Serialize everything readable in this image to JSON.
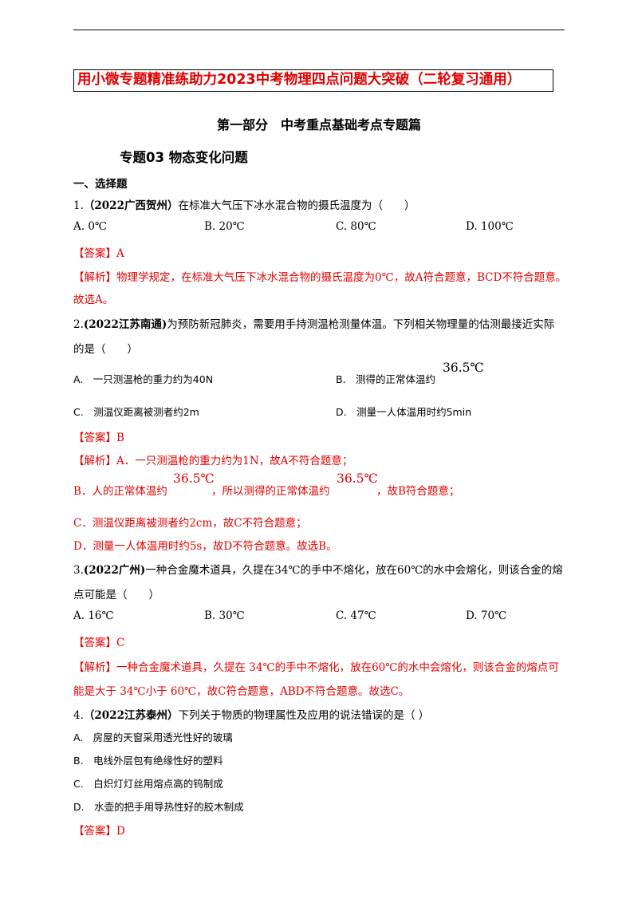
{
  "banner": "用小微专题精准练助力2023中考物理四点问题大突破（二轮复习通用）",
  "part_title": "第一部分　中考重点基础考点专题篇",
  "topic_title": "专题03  物态变化问题",
  "section_title": "一、选择题",
  "q1": {
    "num": "1.",
    "source": "（2022广西贺州）",
    "stem": "在标准大气压下冰水混合物的摄氏温度为（　　）",
    "options": [
      "A. 0℃",
      "B. 20℃",
      "C. 80℃",
      "D. 100℃"
    ],
    "answer": "【答案】A",
    "analysis_tag": "【解析】",
    "analysis_1": "物理学规定，在标准大气压下冰水混合物的摄氏温度为0℃，故A符合题意，BCD不符合题意。",
    "analysis_2": "故选A。"
  },
  "q2": {
    "num": "2.",
    "source": "(2022江苏南通)",
    "stem_1": "为预防新冠肺炎，需要用手持测温枪测量体温。下列相关物理量的估测最接近实际",
    "stem_2": "的是（　　）",
    "opt_a": "A.　一只测温枪的重力约为40N",
    "opt_b": "B.　测得的正常体温约",
    "opt_b_value": "36.5℃",
    "opt_c": "C.　测温仪距离被测者约2m",
    "opt_d": "D.　测量一人体温用时约5min",
    "answer": "【答案】B",
    "analysis_tag": "【解析】",
    "analysis_a": "A．一只测温枪的重力约为1N，故A不符合题意；",
    "analysis_b_1": "B．人的正常体温约",
    "analysis_b_val1": "36.5℃",
    "analysis_b_2": "，所以测得的正常体温约",
    "analysis_b_val2": "36.5℃",
    "analysis_b_3": "，故B符合题意；",
    "analysis_c": "C．测温仪距离被测者约2cm，故C不符合题意；",
    "analysis_d": "D．测量一人体温用时约5s，故D不符合题意。故选B。"
  },
  "q3": {
    "num": "3.",
    "source": "(2022广州)",
    "stem_1": "一种合金魔术道具，久提在34℃的手中不熔化，放在60℃的水中会熔化，则该合金的熔",
    "stem_2": "点可能是（　　）",
    "options": [
      "A. 16℃",
      "B. 30℃",
      "C. 47℃",
      "D. 70℃"
    ],
    "answer": "【答案】C",
    "analysis_tag": "【解析】",
    "analysis_1": "一种合金魔术道具，久提在 34℃的手中不熔化，放在60℃的水中会熔化，则该合金的熔点可",
    "analysis_2": "能是大于 34℃小于 60℃，故C符合题意，ABD不符合题意。故选C。"
  },
  "q4": {
    "num": "4.",
    "source": "（2022江苏泰州）",
    "stem": "下列关于物质的物理属性及应用的说法错误的是（  ）",
    "opt_a": "A.　房屋的天窗采用透光性好的玻璃",
    "opt_b": "B.　电线外层包有绝缘性好的塑料",
    "opt_c": "C.　白炽灯灯丝用熔点高的钨制成",
    "opt_d": "D.　水壶的把手用导热性好的胶木制成",
    "answer": "【答案】D"
  }
}
